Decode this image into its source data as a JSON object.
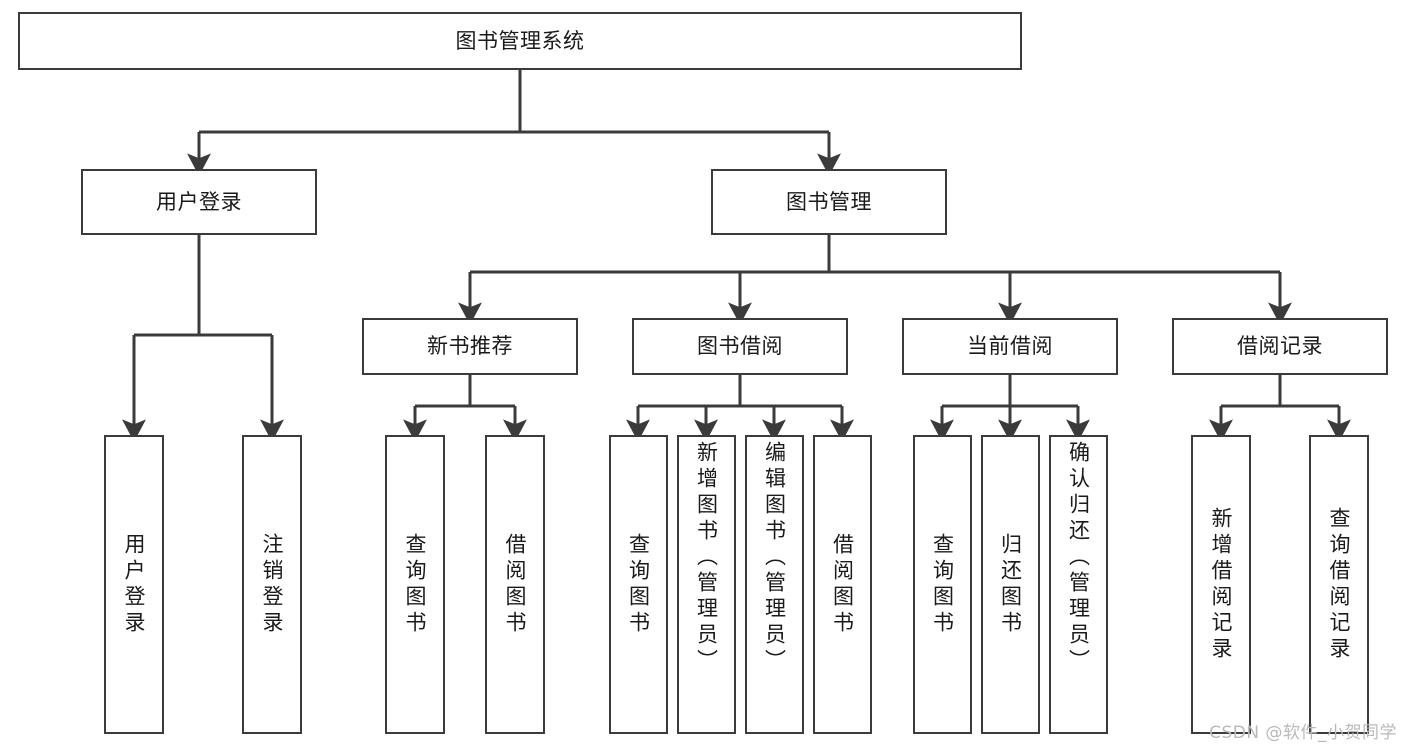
{
  "diagram": {
    "type": "tree-hierarchy",
    "title": "图书管理系统",
    "orientation": "top-down",
    "colors": {
      "box_border": "#3b3b3b",
      "box_fill": "#ffffff",
      "connector": "#3b3b3b",
      "text": "#1a1a1a",
      "watermark": "#b9b9b9",
      "page_background": "#ffffff"
    },
    "root": {
      "label": "图书管理系统",
      "name": "root-node"
    },
    "level1": [
      {
        "name": "node-user-login",
        "label": "用户登录"
      },
      {
        "name": "node-book-management",
        "label": "图书管理"
      }
    ],
    "level2": [
      {
        "name": "node-new-book-recommend",
        "label": "新书推荐"
      },
      {
        "name": "node-book-borrow",
        "label": "图书借阅"
      },
      {
        "name": "node-current-borrow",
        "label": "当前借阅"
      },
      {
        "name": "node-borrow-record",
        "label": "借阅记录"
      }
    ],
    "leaves": {
      "user_login": [
        {
          "name": "leaf-user-login",
          "label": "用户登录"
        },
        {
          "name": "leaf-logout-login",
          "label": "注销登录"
        }
      ],
      "new_book_recommend": [
        {
          "name": "leaf-query-book-recommend",
          "label": "查询图书"
        },
        {
          "name": "leaf-borrow-book-recommend",
          "label": "借阅图书"
        }
      ],
      "book_borrow": [
        {
          "name": "leaf-query-book-borrow",
          "label": "查询图书"
        },
        {
          "name": "leaf-add-book-admin",
          "label": "新增图书（管理员）"
        },
        {
          "name": "leaf-edit-book-admin",
          "label": "编辑图书（管理员）"
        },
        {
          "name": "leaf-borrow-book",
          "label": "借阅图书"
        }
      ],
      "current_borrow": [
        {
          "name": "leaf-query-book-current",
          "label": "查询图书"
        },
        {
          "name": "leaf-return-book",
          "label": "归还图书"
        },
        {
          "name": "leaf-confirm-return-admin",
          "label": "确认归还（管理员）"
        }
      ],
      "borrow_record": [
        {
          "name": "leaf-add-borrow-record",
          "label": "新增借阅记录"
        },
        {
          "name": "leaf-query-borrow-record",
          "label": "查询借阅记录"
        }
      ]
    },
    "watermark": "CSDN @软件_小贺同学"
  }
}
